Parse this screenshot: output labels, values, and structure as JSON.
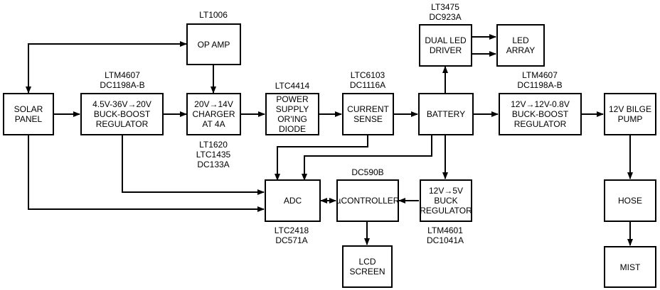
{
  "blocks": {
    "solar_panel": "SOLAR\nPANEL",
    "op_amp": "OP AMP",
    "buck_boost_in": "4.5V-36V→20V\nBUCK-BOOST\nREGULATOR",
    "charger": "20V→14V\nCHARGER\nAT 4A",
    "oring_diode": "POWER\nSUPPLY\nOR'ING DIODE",
    "current_sense": "CURRENT\nSENSE",
    "dual_led_driver": "DUAL LED\nDRIVER",
    "led_array": "LED\nARRAY",
    "battery": "BATTERY",
    "buck_boost_out": "12V→12V-0.8V\nBUCK-BOOST\nREGULATOR",
    "bilge_pump": "12V BILGE\nPUMP",
    "adc": "ADC",
    "microcontroller": "µCONTROLLER",
    "buck_regulator": "12V→5V\nBUCK\nREGULATOR",
    "hose": "HOSE",
    "lcd_screen": "LCD\nSCREEN",
    "mist": "MIST"
  },
  "part_labels": {
    "op_amp": "LT1006",
    "buck_boost_in": "LTM4607\nDC1198A-B",
    "charger": "LT1620\nLTC1435\nDC133A",
    "oring_diode": "LTC4414",
    "current_sense": "LTC6103\nDC1116A",
    "dual_led_driver": "LT3475\nDC923A",
    "buck_boost_out": "LTM4607\nDC1198A-B",
    "microcontroller": "DC590B",
    "adc": "LTC2418\nDC571A",
    "buck_regulator": "LTM4601\nDC1041A"
  }
}
